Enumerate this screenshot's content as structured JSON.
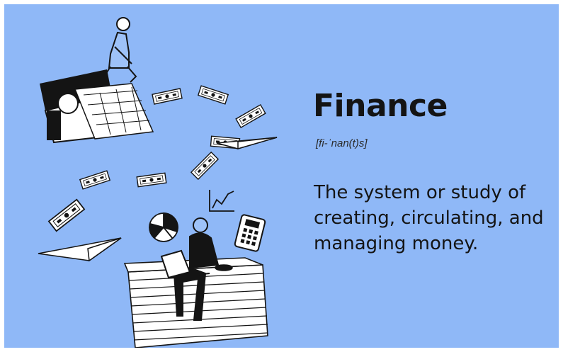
{
  "definition_card": {
    "term": "Finance",
    "pronunciation": "[fi-ˈnan(t)s]",
    "definition": "The system or study of creating, circulating, and managing money."
  },
  "colors": {
    "background": "#8fb8f7",
    "ink": "#141414",
    "bill": "#ffffff"
  },
  "illustration": {
    "icons": [
      "money-printer-icon",
      "flying-bills-icon",
      "paper-airplane-icon",
      "pie-chart-icon",
      "line-chart-icon",
      "calculator-icon",
      "cash-stack-icon",
      "person-with-laptop-icon",
      "person-operating-printer-icon"
    ]
  }
}
